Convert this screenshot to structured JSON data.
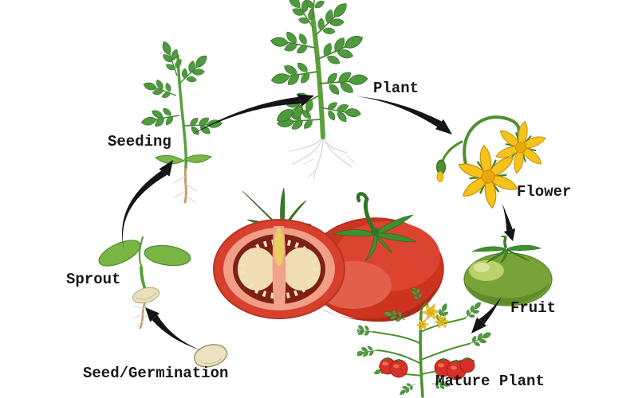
{
  "diagram": {
    "stages": [
      {
        "id": "seed",
        "label": "Seed/Germination"
      },
      {
        "id": "sprout",
        "label": "Sprout"
      },
      {
        "id": "seeding",
        "label": "Seeding"
      },
      {
        "id": "plant",
        "label": "Plant"
      },
      {
        "id": "flower",
        "label": "Flower"
      },
      {
        "id": "fruit",
        "label": "Fruit"
      },
      {
        "id": "mature",
        "label": "Mature Plant"
      }
    ],
    "flow": [
      {
        "from": "Seed/Germination",
        "to": "Sprout"
      },
      {
        "from": "Sprout",
        "to": "Seeding"
      },
      {
        "from": "Seeding",
        "to": "Plant"
      },
      {
        "from": "Plant",
        "to": "Flower"
      },
      {
        "from": "Flower",
        "to": "Fruit"
      },
      {
        "from": "Fruit",
        "to": "Mature Plant"
      }
    ],
    "illustrations": {
      "center": "tomato-cross-section-and-whole-tomato",
      "seed": "cream-tomato-seed",
      "sprout": "sprout-with-cotyledons-seed-husk-and-root",
      "seeding": "young-seedling-with-root",
      "plant": "tomato-plant-with-white-roots",
      "flower": "yellow-tomato-flowers-with-bud",
      "fruit": "green-unripe-tomato",
      "mature": "tomato-bush-with-red-fruits-and-flowers"
    },
    "palette": {
      "arrow": "#151515",
      "label_text": "#171717",
      "leaf_green": "#4f9a3d",
      "stem_green": "#5aa03c",
      "tomato_red": "#cc3420",
      "tomato_highlight": "#e2604a",
      "flesh_pink": "#f09e88",
      "cavity_dark_red": "#7e2114",
      "seed_cream": "#f2e3c0",
      "core_yellow": "#e8cf62",
      "green_fruit": "#79a338",
      "flower_yellow": "#f5c31c",
      "seed_beige": "#ece3c2",
      "root_tan": "#c49a6c"
    }
  }
}
